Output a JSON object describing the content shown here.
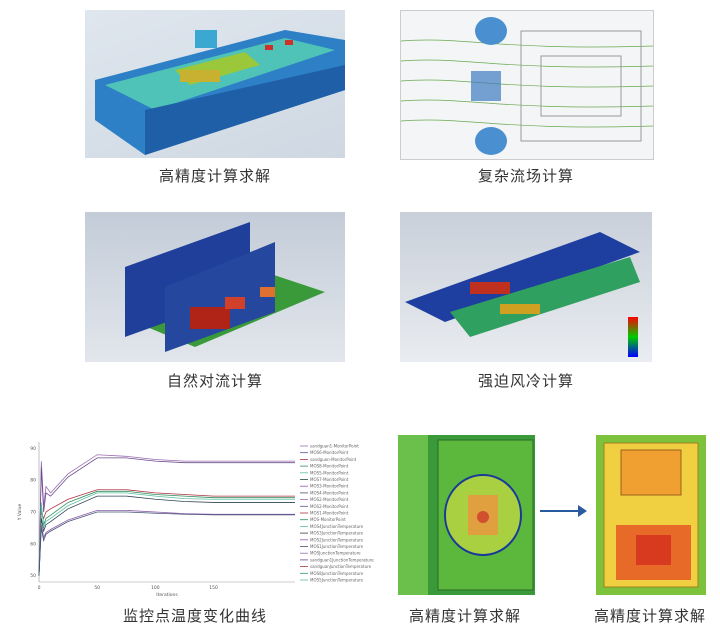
{
  "captions": {
    "top_left": "高精度计算求解",
    "top_right": "复杂流场计算",
    "mid_left": "自然对流计算",
    "mid_right": "强迫风冷计算",
    "bottom_chart": "监控点温度变化曲线",
    "bottom_mid": "高精度计算求解",
    "bottom_right": "高精度计算求解"
  },
  "chart_data": {
    "type": "line",
    "xlabel": "Iterations",
    "ylabel": "Y Value",
    "xlim": [
      0,
      220
    ],
    "ylim": [
      48,
      92
    ],
    "xticks": [
      "0",
      "50",
      "100",
      "150"
    ],
    "yticks": [
      "50",
      "60",
      "70",
      "80",
      "90"
    ],
    "grid": false,
    "legend_position": "right",
    "x": [
      0,
      2,
      4,
      6,
      10,
      25,
      50,
      75,
      100,
      125,
      150,
      175,
      220
    ],
    "series": [
      {
        "color": "#9b6bb0",
        "values": [
          50,
          86,
          72,
          78,
          76,
          82,
          88,
          87.5,
          86.5,
          86,
          86,
          86,
          86
        ]
      },
      {
        "color": "#6a4a8a",
        "values": [
          50,
          84,
          70,
          76,
          75,
          81,
          87,
          87,
          86,
          85.5,
          85.5,
          85.5,
          85.5
        ]
      },
      {
        "color": "#b03040",
        "values": [
          50,
          70,
          68,
          70,
          71,
          74,
          77,
          77,
          76,
          75.5,
          75,
          75,
          75
        ]
      },
      {
        "color": "#2f8f5f",
        "values": [
          50,
          72,
          66,
          68,
          69,
          73,
          76.5,
          76.5,
          75.5,
          75,
          74.5,
          74.5,
          74.5
        ]
      },
      {
        "color": "#5cc0a0",
        "values": [
          50,
          73,
          65,
          67,
          68,
          72,
          76,
          76,
          75,
          74.2,
          74,
          74,
          74
        ]
      },
      {
        "color": "#334455",
        "values": [
          50,
          68,
          64,
          66,
          67,
          71,
          75,
          75,
          74,
          73.3,
          73,
          73,
          73
        ]
      },
      {
        "color": "#8a5aa8",
        "values": [
          50,
          66,
          62,
          63.5,
          64.5,
          67.5,
          70.5,
          70.5,
          70,
          69.5,
          69.3,
          69.3,
          69.3
        ]
      },
      {
        "color": "#445577",
        "values": [
          50,
          65,
          61,
          63,
          64,
          67,
          70,
          70,
          69.6,
          69.3,
          69.1,
          69.1,
          69.1
        ]
      }
    ],
    "legend": [
      "sandguan1-MonitorPoint",
      "MOS6-MonitorPoint",
      "sandguan-MonitorPoint",
      "MOS8-MonitorPoint",
      "MOS5-MonitorPoint",
      "MOS7-MonitorPoint",
      "MOS3-MonitorPoint",
      "MOS4-MonitorPoint",
      "MOS2-MonitorPoint",
      "MOS2-MonitorPoint",
      "MOS1-MonitorPoint",
      "MOS-MonitorPoint",
      "MOS4JunctionTemperature",
      "MOS3JunctionTemperature",
      "MOS2JunctionTemperature",
      "MOS1JunctionTemperature",
      "MOSJunctionTemperature",
      "sandguan1JunctionTemperature",
      "sandguanJunctionTemperature",
      "MOS8JunctionTemperature",
      "MOS5JunctionTemperature"
    ]
  }
}
